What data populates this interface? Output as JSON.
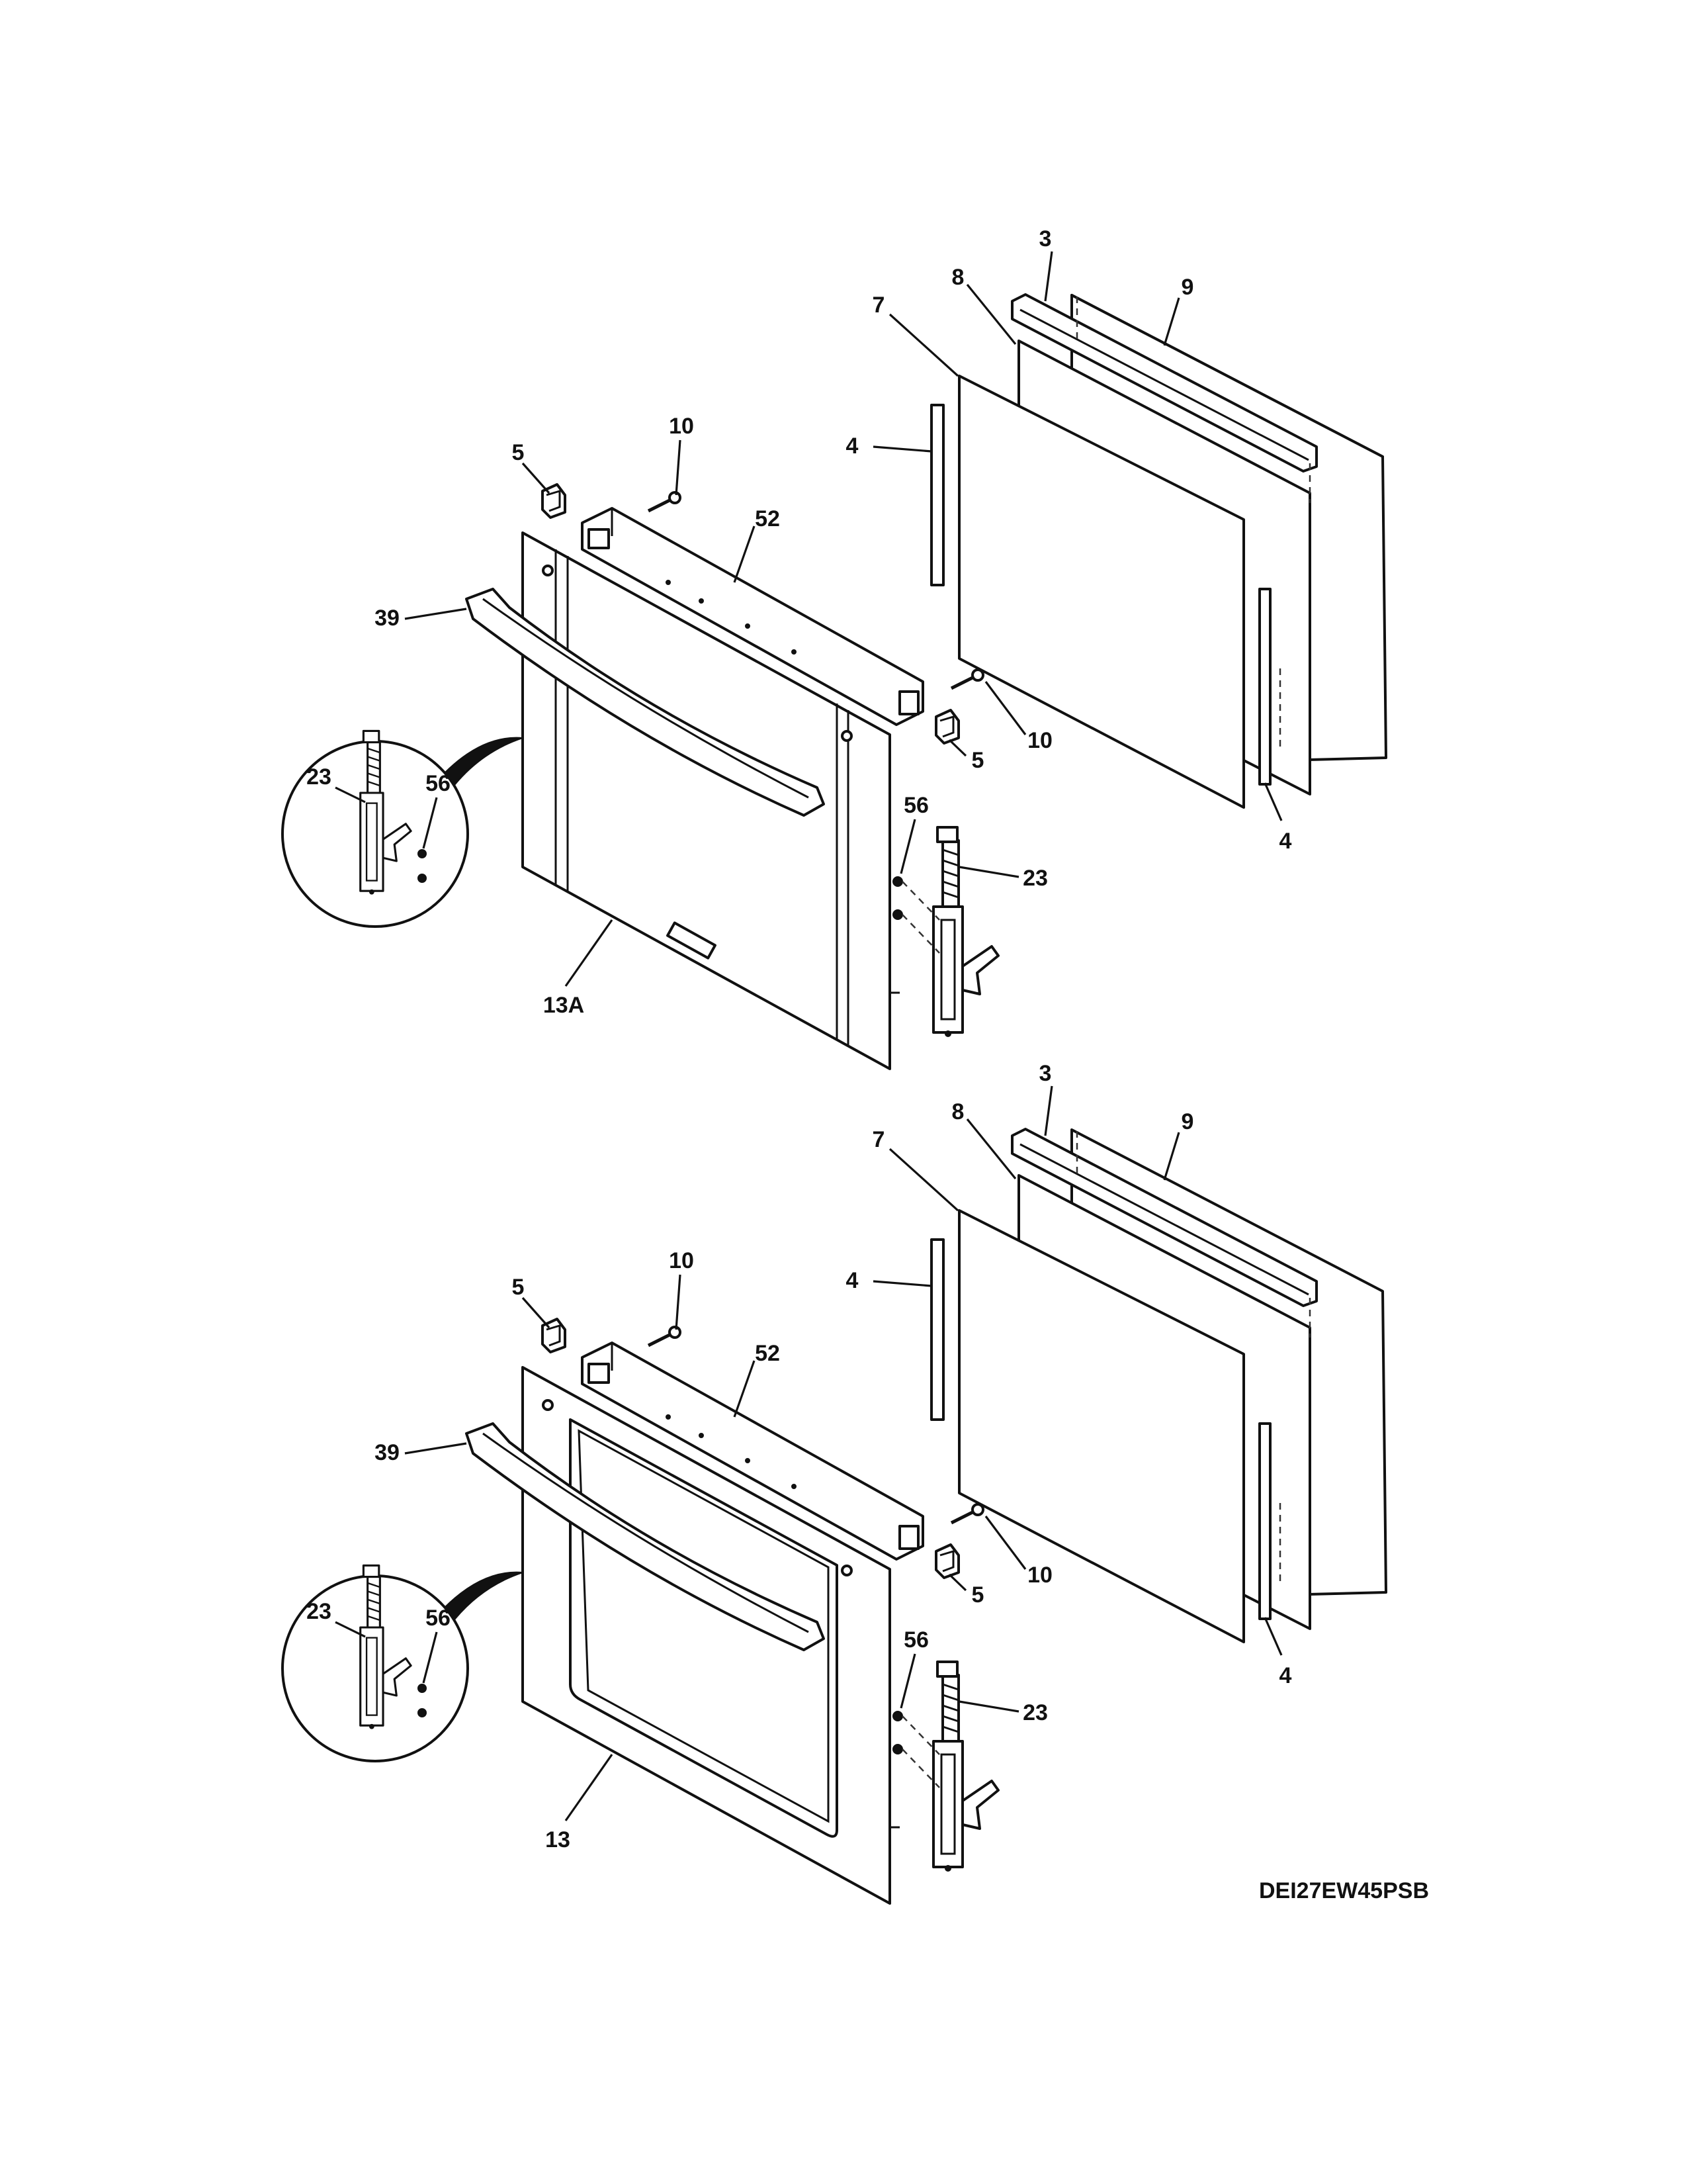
{
  "model_number": "DEI27EW45PSB",
  "assemblies": [
    {
      "id": "upper",
      "callouts": {
        "c3": "3",
        "c9": "9",
        "c8": "8",
        "c7": "7",
        "c10a": "10",
        "c5a": "5",
        "c52": "52",
        "c4a": "4",
        "c39": "39",
        "c10b": "10",
        "c5b": "5",
        "c23a": "23",
        "c56a": "56",
        "c56b": "56",
        "c23b": "23",
        "c4b": "4",
        "c13": "13A"
      }
    },
    {
      "id": "lower",
      "callouts": {
        "c3": "3",
        "c9": "9",
        "c8": "8",
        "c7": "7",
        "c10a": "10",
        "c5a": "5",
        "c52": "52",
        "c4a": "4",
        "c39": "39",
        "c10b": "10",
        "c5b": "5",
        "c23a": "23",
        "c56a": "56",
        "c56b": "56",
        "c23b": "23",
        "c4b": "4",
        "c13": "13"
      }
    }
  ]
}
